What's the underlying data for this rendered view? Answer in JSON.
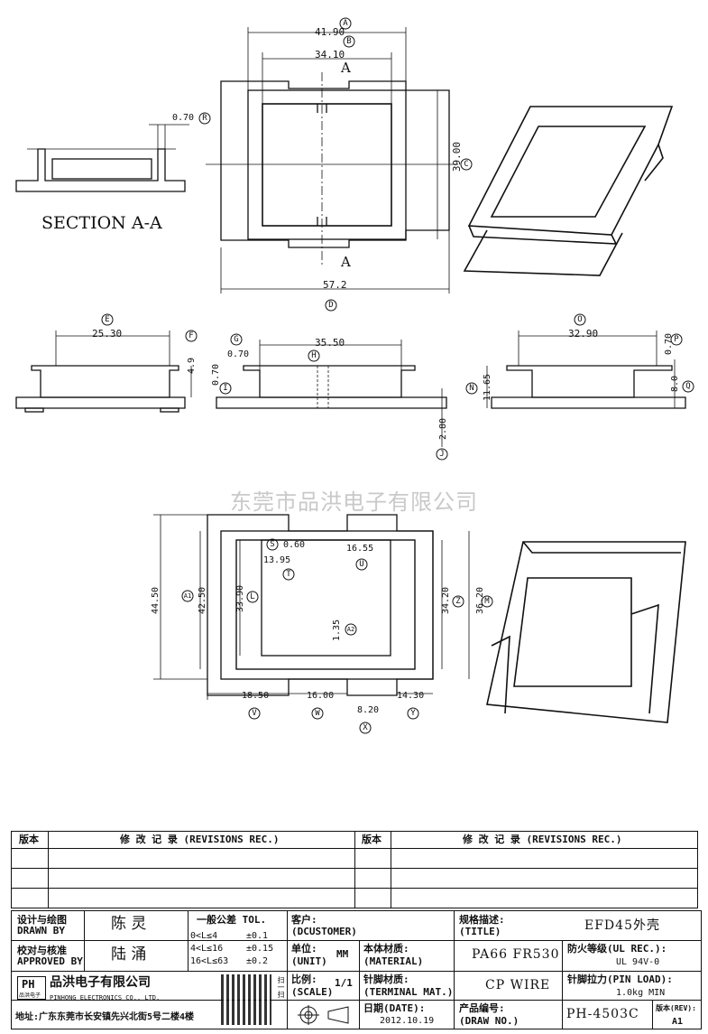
{
  "section_label": "SECTION A-A",
  "section_marks": [
    "A",
    "A"
  ],
  "dims": {
    "top_width_outer": "41.90",
    "top_width_inner": "34.10",
    "top_height": "39.00",
    "top_total": "57.2",
    "sec_wall": "0.70",
    "side_width": "25.30",
    "side_h": "4.9",
    "front_width": "35.50",
    "front_g": "0.70",
    "front_i": "0.70",
    "front_j": "2.80",
    "right_width": "32.90",
    "right_p": "0.70",
    "right_n": "11.65",
    "right_q": "8.0",
    "bot_s": "0.60",
    "bot_u": "16.55",
    "bot_t": "13.95",
    "bot_a1": "44.50",
    "bot_a1b": "42.50",
    "bot_l": "33.90",
    "bot_a2": "1.35",
    "bot_z": "34.20",
    "bot_m": "36.20",
    "bot_v": "18.50",
    "bot_w": "16.00",
    "bot_x": "8.20",
    "bot_y": "14.30"
  },
  "balloons": [
    "A",
    "B",
    "C",
    "D",
    "E",
    "F",
    "G",
    "H",
    "I",
    "J",
    "N",
    "O",
    "P",
    "Q",
    "S",
    "U",
    "T",
    "A1",
    "L",
    "A2",
    "Z",
    "M",
    "V",
    "W",
    "X",
    "Y",
    "R"
  ],
  "watermark": "东莞市品洪电子有限公司",
  "revisions": {
    "col_ver": "版本",
    "col_rec": "修 改 记 录 (REVISIONS REC.)"
  },
  "title_block": {
    "design_label": "设计与绘图",
    "design_label_en": "DRAWN BY",
    "designer": "陈 灵",
    "check_label": "校对与核准",
    "check_label_en": "APPROVED BY",
    "checker": "陆 涌",
    "tol_title": "一般公差 TOL.",
    "tol": [
      [
        "0<L≤4",
        "±0.1"
      ],
      [
        "4<L≤16",
        "±0.15"
      ],
      [
        "16<L≤63",
        "±0.2"
      ]
    ],
    "customer_label": "客户:",
    "customer_en": "(DCUSTOMER)",
    "unit_label": "单位:",
    "unit_en": "(UNIT)",
    "unit": "MM",
    "scale_label": "比例:",
    "scale_en": "(SCALE)",
    "scale": "1/1",
    "spec_label": "规格描述:",
    "spec_en": "(TITLE)",
    "title": "EFD45外壳",
    "material_label": "本体材质:",
    "material_en": "(MATERIAL)",
    "material": "PA66 FR530",
    "fire_label": "防火等级(UL REC.):",
    "fire": "UL 94V-0",
    "pin_label": "针脚材质:",
    "pin_en": "(TERMINAL MAT.)",
    "pin_mat": "CP WIRE",
    "load_label": "针脚拉力(PIN LOAD):",
    "load": "1.0kg MIN",
    "date_label": "日期(DATE):",
    "date": "2012.10.19",
    "draw_label": "产品编号:",
    "draw_en": "(DRAW NO.)",
    "draw_no": "PH-4503C",
    "rev_label": "版本(REV):",
    "rev": "A1",
    "company_cn": "品洪电子有限公司",
    "company_en": "PINHONG ELECTRONICS CO., LTD.",
    "logo_text": "PH",
    "logo_sub": "品洪电子",
    "qr_text": "扫一扫",
    "address": "地址:广东东莞市长安镇先兴北街5号二楼4楼"
  }
}
